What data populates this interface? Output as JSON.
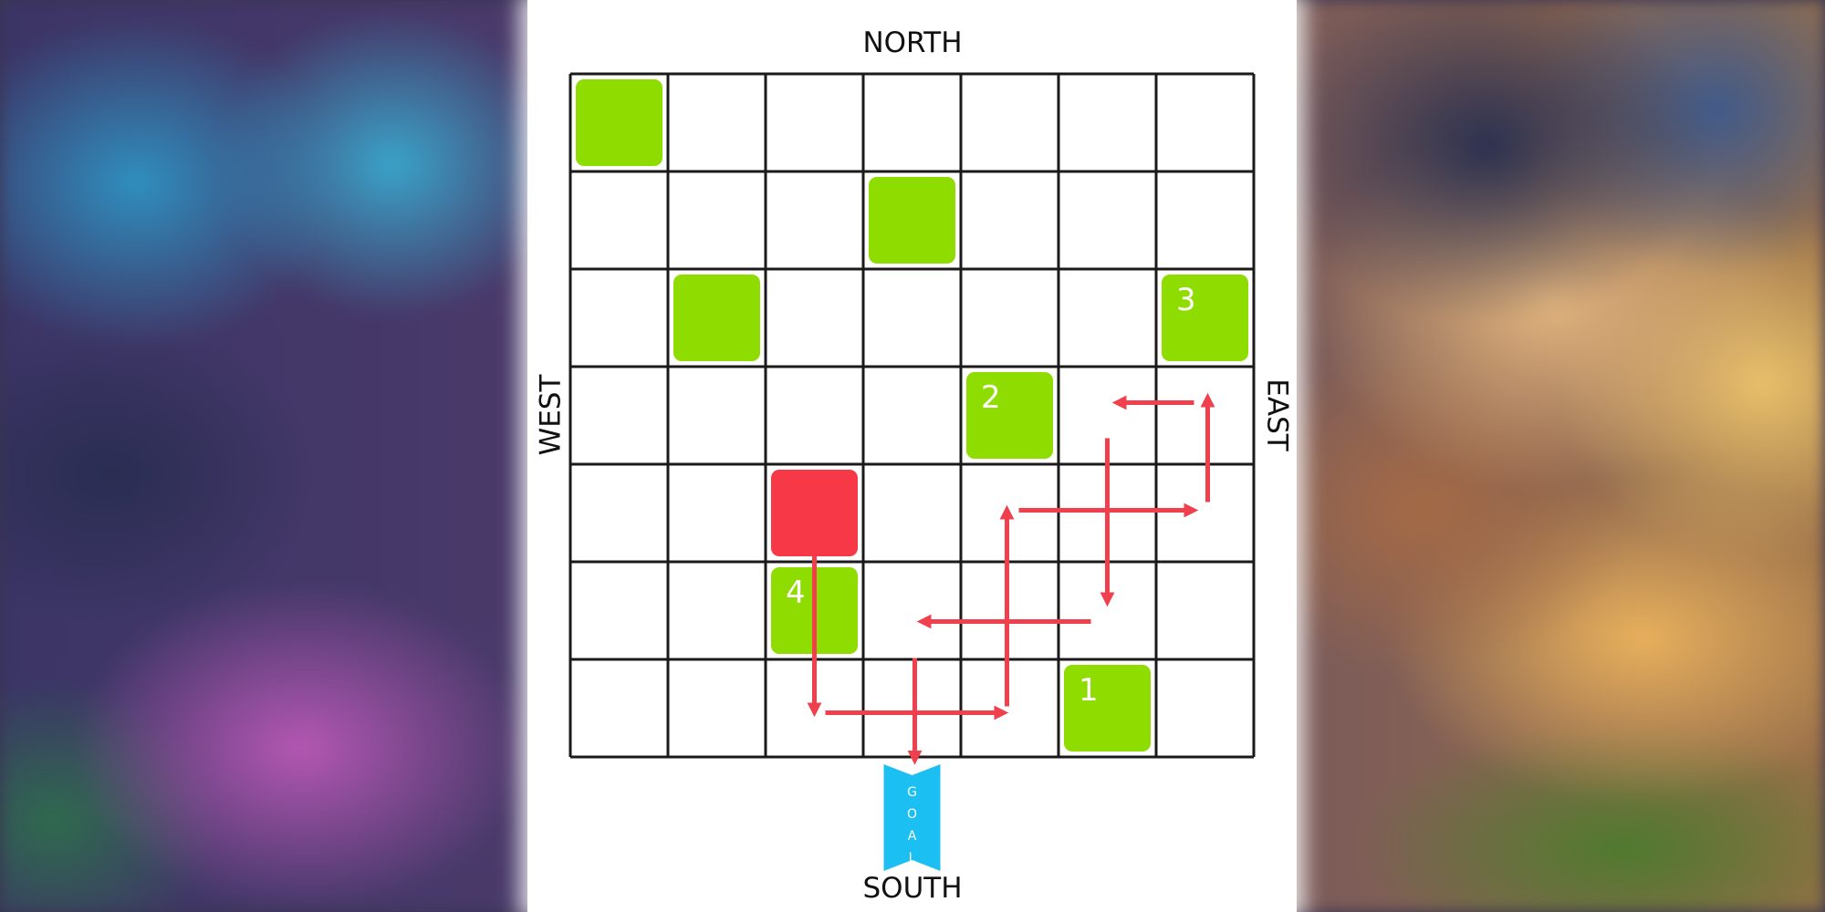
{
  "labels": {
    "north": "NORTH",
    "south": "SOUTH",
    "west": "WEST",
    "east": "EAST"
  },
  "grid": {
    "rows": 7,
    "cols": 7,
    "line_color": "#1a1a1a"
  },
  "colors": {
    "green_tile": "#8fdd00",
    "red_block": "#f73947",
    "arrow": "#f0404e",
    "goal": "#1cbff2",
    "panel": "#ffffff"
  },
  "red_block": {
    "row": 4,
    "col": 2
  },
  "green_tiles": [
    {
      "row": 0,
      "col": 0,
      "label": ""
    },
    {
      "row": 1,
      "col": 3,
      "label": ""
    },
    {
      "row": 2,
      "col": 1,
      "label": ""
    },
    {
      "row": 2,
      "col": 6,
      "label": "3"
    },
    {
      "row": 3,
      "col": 4,
      "label": "2"
    },
    {
      "row": 5,
      "col": 2,
      "label": "4"
    },
    {
      "row": 6,
      "col": 5,
      "label": "1"
    }
  ],
  "goal": {
    "col": 3,
    "letters": [
      "G",
      "O",
      "A",
      "L"
    ]
  },
  "path_moves": [
    {
      "from": "red-block",
      "direction": "south",
      "to": [
        6,
        2
      ]
    },
    {
      "from": [
        6,
        2
      ],
      "direction": "east",
      "to": [
        6,
        4
      ]
    },
    {
      "from": [
        6,
        4
      ],
      "direction": "north",
      "to": [
        4,
        4
      ]
    },
    {
      "from": [
        4,
        4
      ],
      "direction": "east",
      "to": [
        4,
        6
      ]
    },
    {
      "from": [
        4,
        6
      ],
      "direction": "north",
      "to": [
        3,
        6
      ]
    },
    {
      "from": [
        3,
        6
      ],
      "direction": "west",
      "to": [
        3,
        5
      ]
    },
    {
      "from": [
        3,
        5
      ],
      "direction": "south",
      "to": [
        5,
        5
      ]
    },
    {
      "from": [
        5,
        5
      ],
      "direction": "west",
      "to": [
        5,
        3
      ]
    },
    {
      "from": [
        5,
        3
      ],
      "direction": "south",
      "to": "goal"
    }
  ]
}
